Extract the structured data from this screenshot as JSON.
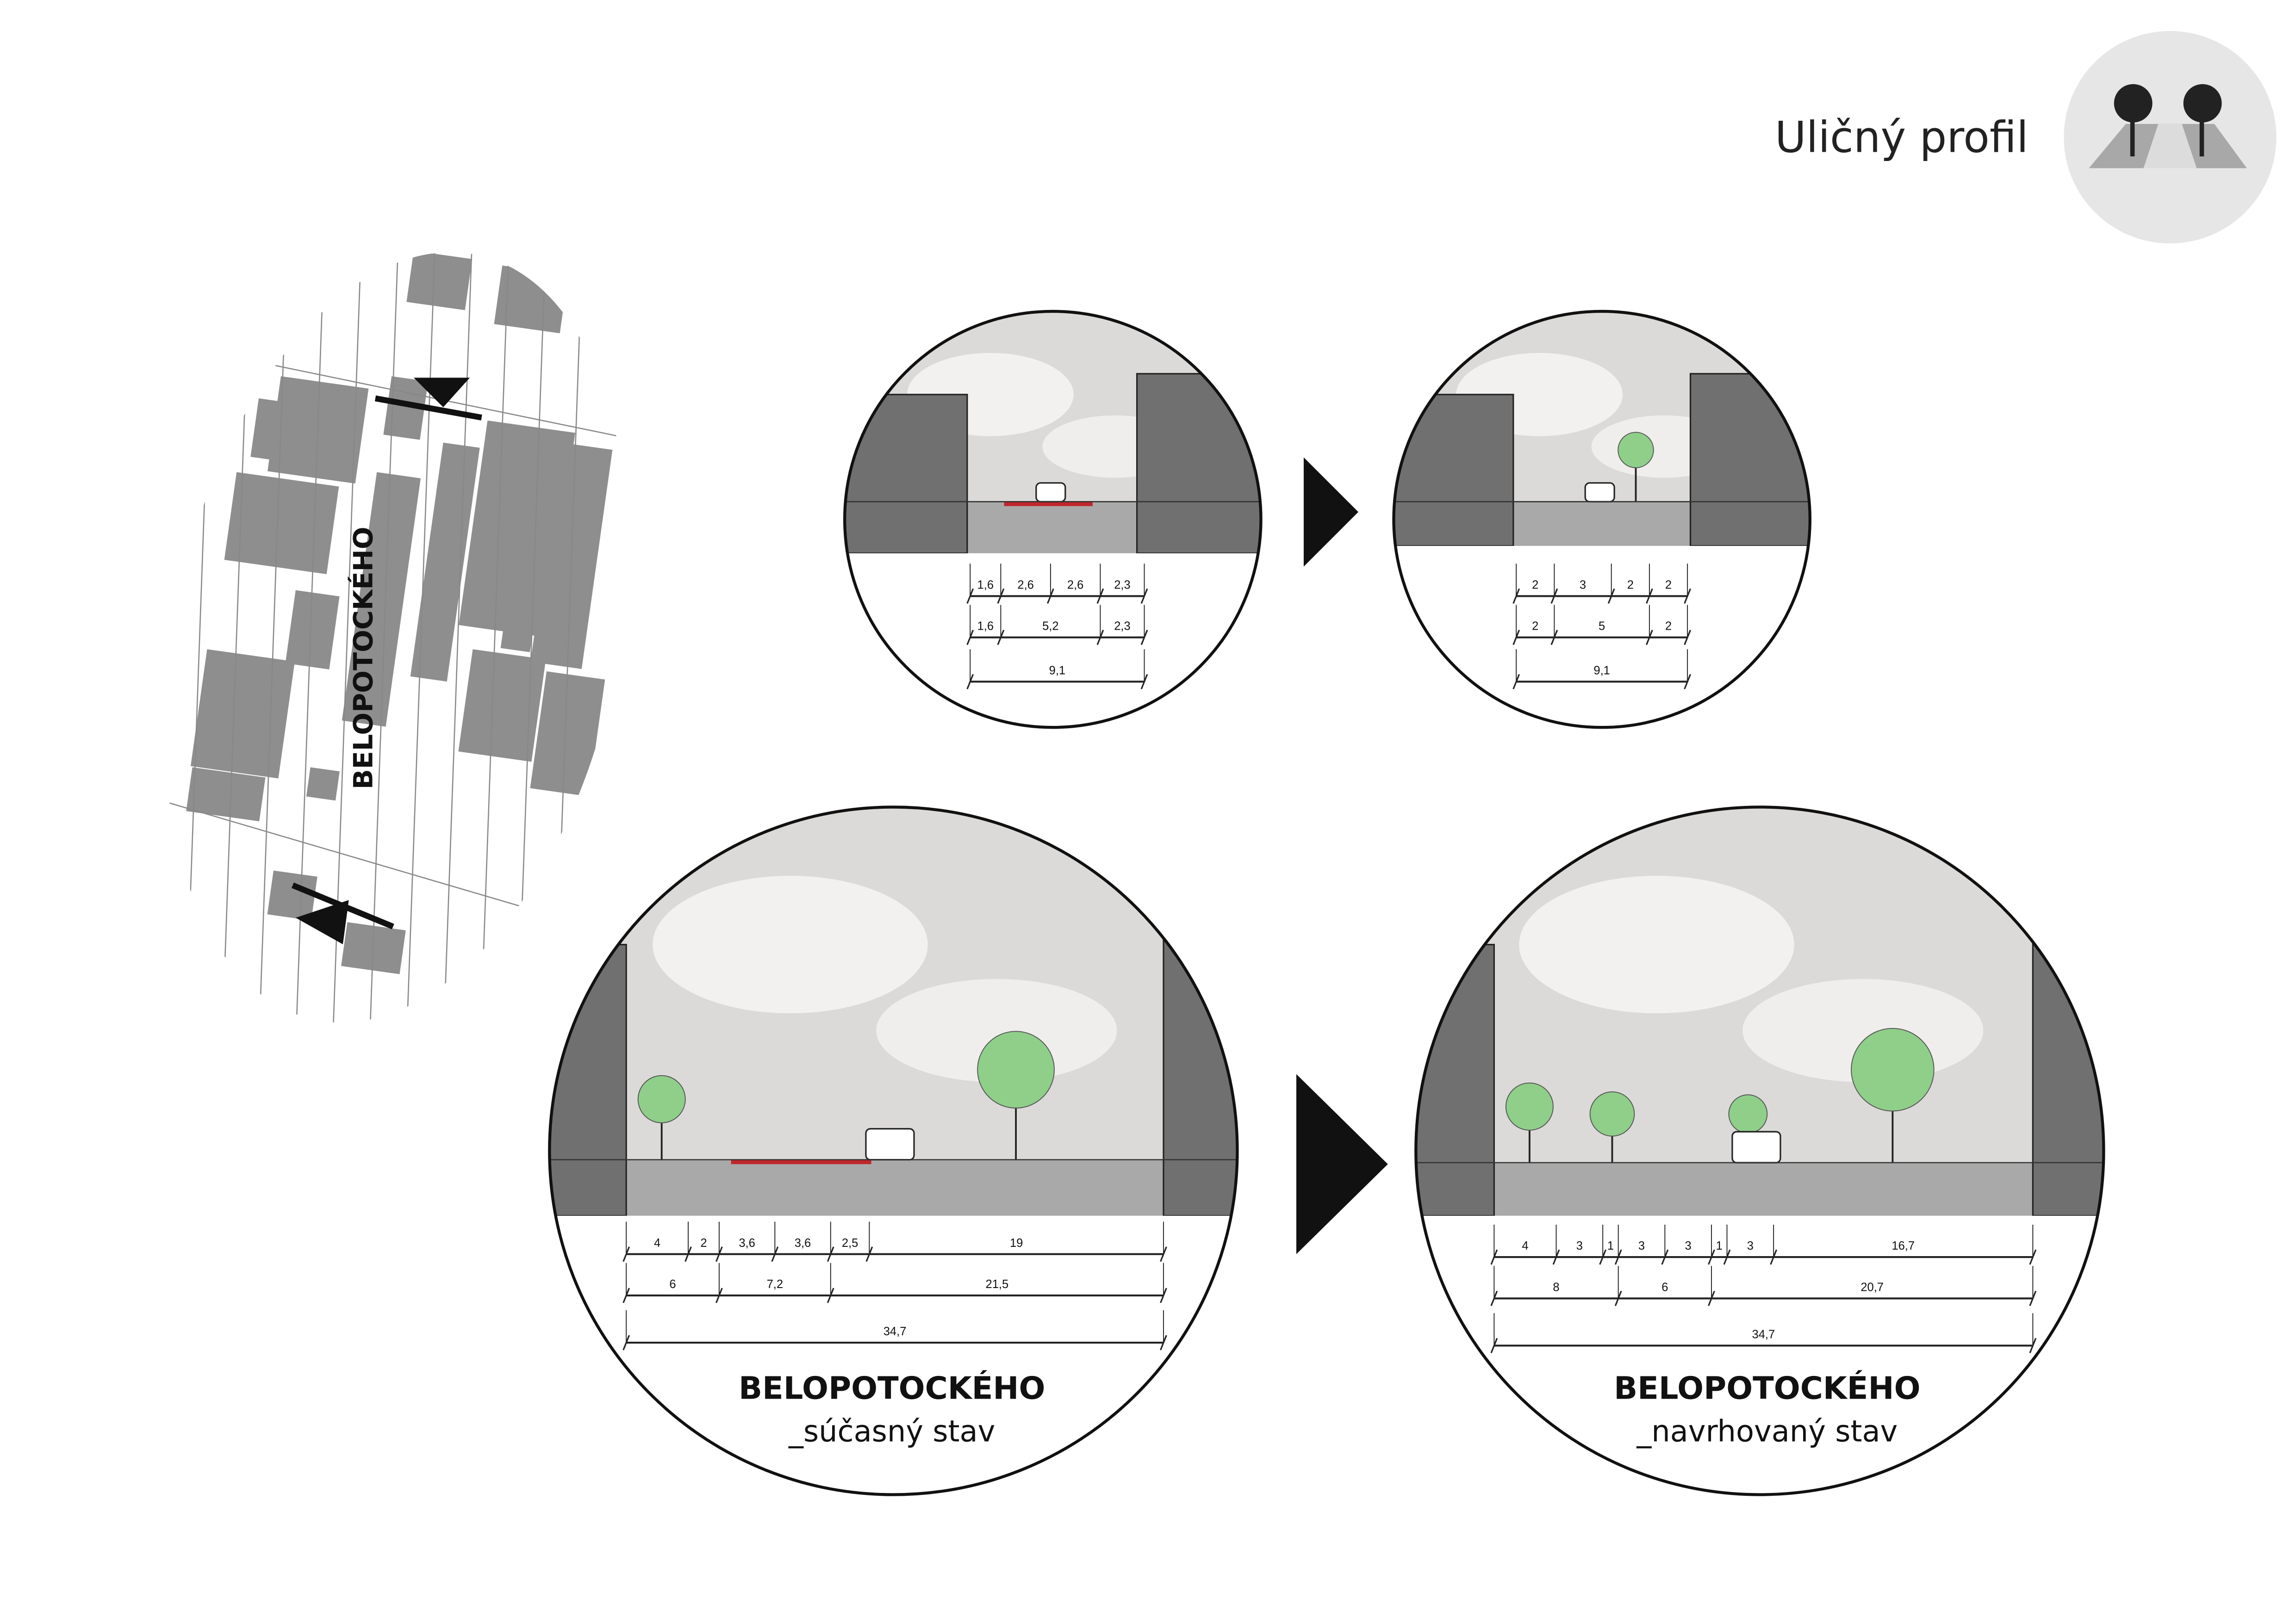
{
  "header": {
    "title": "Uličný profil",
    "icon": "street-profile-trees-icon"
  },
  "map": {
    "street_label": "BELOPOTOCKÉHO"
  },
  "colors": {
    "sky": "#dcdad8",
    "ground": "#a9a9a9",
    "building": "#707070",
    "tree": "#8fcf8a",
    "bike_lane": "#c0262c",
    "icon_bg": "#e6e6e6"
  },
  "profiles": {
    "north_current": {
      "rows": [
        [
          "1,6",
          "2,6",
          "2,6",
          "2,3"
        ],
        [
          "1,6",
          "5,2",
          "2,3"
        ],
        [
          "9,1"
        ]
      ],
      "widths": [
        [
          1.6,
          2.6,
          2.6,
          2.3
        ],
        [
          1.6,
          5.2,
          2.3
        ],
        [
          9.1
        ]
      ]
    },
    "north_proposed": {
      "rows": [
        [
          "2",
          "3",
          "2",
          "2"
        ],
        [
          "2",
          "5",
          "2"
        ],
        [
          "9,1"
        ]
      ],
      "widths": [
        [
          2,
          3,
          2,
          2
        ],
        [
          2,
          5,
          2
        ],
        [
          9.1
        ]
      ]
    },
    "south_current": {
      "rows": [
        [
          "4",
          "2",
          "3,6",
          "3,6",
          "2,5",
          "19"
        ],
        [
          "6",
          "7,2",
          "21,5"
        ],
        [
          "34,7"
        ]
      ],
      "widths": [
        [
          4,
          2,
          3.6,
          3.6,
          2.5,
          19
        ],
        [
          6,
          7.2,
          21.5
        ],
        [
          34.7
        ]
      ],
      "title": "BELOPOTOCKÉHO",
      "subtitle": "_súčasný stav"
    },
    "south_proposed": {
      "rows": [
        [
          "4",
          "3",
          "1",
          "3",
          "3",
          "1",
          "3",
          "16,7"
        ],
        [
          "8",
          "6",
          "20,7"
        ],
        [
          "34,7"
        ]
      ],
      "widths": [
        [
          4,
          3,
          1,
          3,
          3,
          1,
          3,
          16.7
        ],
        [
          8,
          6,
          20.7
        ],
        [
          34.7
        ]
      ],
      "title": "BELOPOTOCKÉHO",
      "subtitle": "_navrhovaný stav"
    }
  }
}
